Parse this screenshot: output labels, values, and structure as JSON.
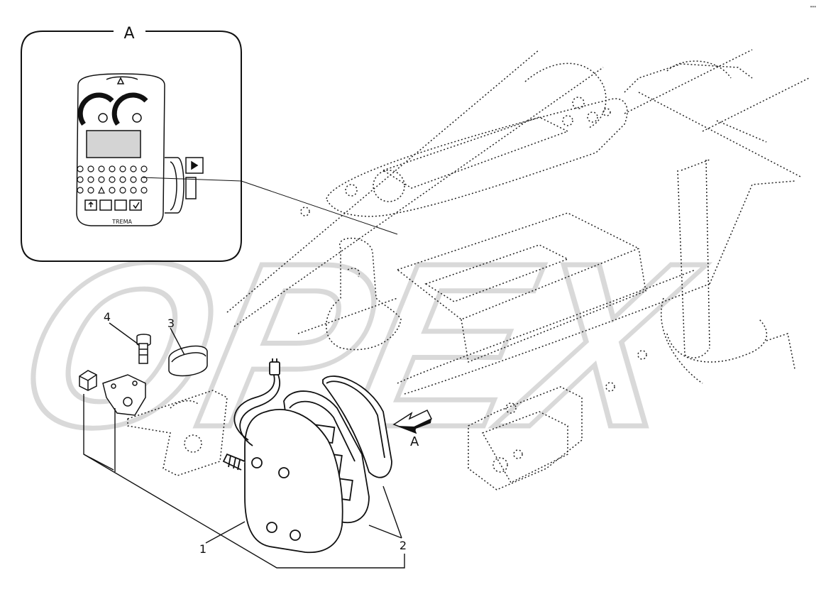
{
  "detail_view": {
    "label": "A",
    "display_brand": "TREMA"
  },
  "view_arrow": {
    "label": "A"
  },
  "callouts": [
    {
      "id": "1",
      "label": "1"
    },
    {
      "id": "2",
      "label": "2"
    },
    {
      "id": "3",
      "label": "3"
    },
    {
      "id": "4",
      "label": "4"
    }
  ],
  "watermark": {
    "text": "OPEX"
  },
  "corner_mark": {
    "text": "•••"
  },
  "colors": {
    "line": "#111111",
    "dotted": "#222222",
    "watermark": "#d9d9d9",
    "screen": "#d4d4d4"
  }
}
